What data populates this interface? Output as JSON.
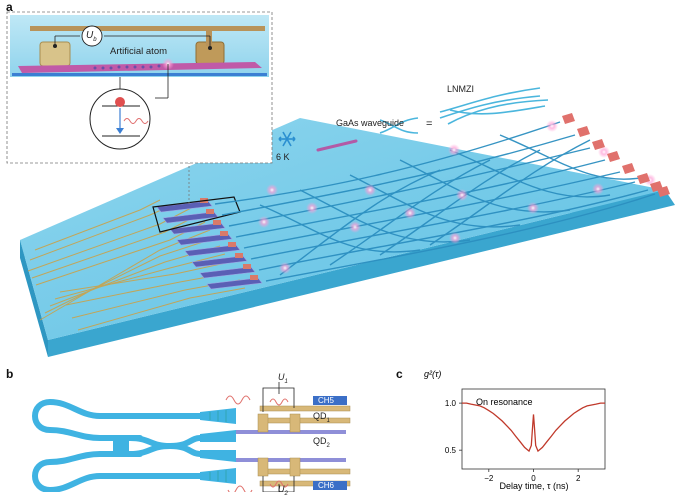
{
  "panel_a": {
    "label": "a",
    "inset": {
      "voltage": "U",
      "voltage_sub": "b",
      "artificial_atom": "Artificial atom"
    },
    "temperature": "6 K",
    "waveguide": "GaAs waveguide",
    "lnmzi": "LNMZI",
    "equals": "="
  },
  "panel_b": {
    "label": "b",
    "U1": "U",
    "U1_sub": "1",
    "U2": "U",
    "U2_sub": "2",
    "QD1": "QD",
    "QD1_sub": "1",
    "QD2": "QD",
    "QD2_sub": "2",
    "CH5": "CH5",
    "CH6": "CH6"
  },
  "panel_c": {
    "label": "c",
    "annotation": "On resonance"
  },
  "chart_data": {
    "type": "line",
    "title": "",
    "ylabel": "g²(τ)",
    "xlabel": "Delay time, τ (ns)",
    "xlim": [
      -3.2,
      3.2
    ],
    "ylim": [
      0.3,
      1.15
    ],
    "xticks": [
      "−2",
      "0",
      "2"
    ],
    "yticks": [
      "0.5",
      "1.0"
    ],
    "series": [
      {
        "color": "#c0392b",
        "x": [
          -3.2,
          -3.0,
          -2.8,
          -2.6,
          -2.4,
          -2.2,
          -2.0,
          -1.8,
          -1.6,
          -1.4,
          -1.2,
          -1.0,
          -0.8,
          -0.6,
          -0.4,
          -0.2,
          -0.1,
          -0.05,
          0,
          0.05,
          0.1,
          0.2,
          0.4,
          0.6,
          0.8,
          1.0,
          1.2,
          1.4,
          1.6,
          1.8,
          2.0,
          2.2,
          2.4,
          2.6,
          2.8,
          3.0,
          3.2
        ],
        "y": [
          1.0,
          1.0,
          0.99,
          0.98,
          0.97,
          0.95,
          0.92,
          0.89,
          0.85,
          0.81,
          0.76,
          0.71,
          0.65,
          0.59,
          0.53,
          0.49,
          0.55,
          0.72,
          0.88,
          0.72,
          0.55,
          0.49,
          0.53,
          0.59,
          0.65,
          0.71,
          0.76,
          0.81,
          0.85,
          0.89,
          0.92,
          0.95,
          0.97,
          0.98,
          0.99,
          1.0,
          1.0
        ]
      }
    ]
  }
}
